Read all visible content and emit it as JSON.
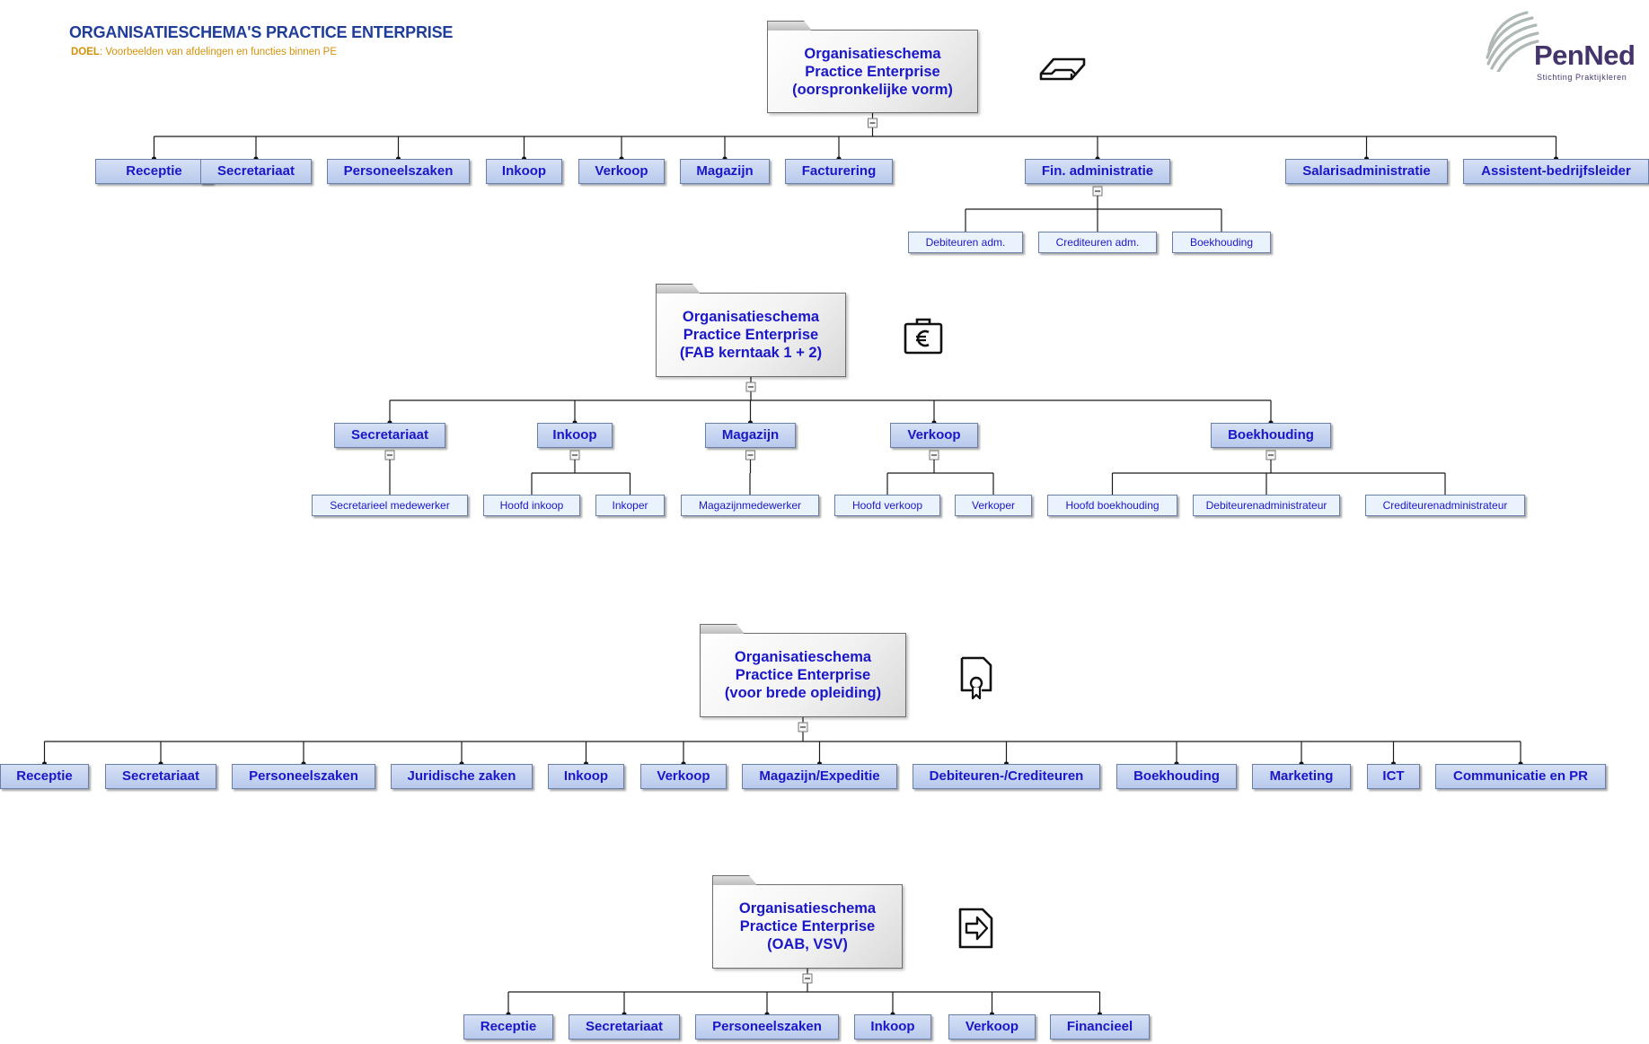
{
  "header": {
    "title": "ORGANISATIESCHEMA'S PRACTICE ENTERPRISE",
    "subtitle_label": "DOEL",
    "subtitle_text": ": Voorbeelden van afdelingen en functies binnen PE"
  },
  "logo": {
    "name": "PenNed",
    "tagline": "Stichting Praktijkleren"
  },
  "colors": {
    "title": "#1f3d99",
    "subtitle": "#d4920a",
    "node_text": "#1a17c9",
    "node_fill": "#c4d3f0",
    "leaf_fill": "#eaf3fd",
    "logo": "#45346b"
  },
  "charts": [
    {
      "icon": "inbox-tray-icon",
      "root": [
        "Organisatieschema",
        "Practice Enterprise",
        "(oorspronkelijke vorm)"
      ],
      "nodes": [
        {
          "label": "Receptie",
          "children": []
        },
        {
          "label": "Secretariaat",
          "children": []
        },
        {
          "label": "Personeelszaken",
          "children": []
        },
        {
          "label": "Inkoop",
          "children": []
        },
        {
          "label": "Verkoop",
          "children": []
        },
        {
          "label": "Magazijn",
          "children": []
        },
        {
          "label": "Facturering",
          "children": []
        },
        {
          "label": "Fin. administratie",
          "children": [
            "Debiteuren adm.",
            "Crediteuren adm.",
            "Boekhouding"
          ]
        },
        {
          "label": "Salarisadministratie",
          "children": []
        },
        {
          "label": "Assistent-bedrijfsleider",
          "children": []
        }
      ]
    },
    {
      "icon": "euro-briefcase-icon",
      "root": [
        "Organisatieschema",
        "Practice Enterprise",
        "(FAB kerntaak 1 + 2)"
      ],
      "nodes": [
        {
          "label": "Secretariaat",
          "children": [
            "Secretarieel medewerker"
          ]
        },
        {
          "label": "Inkoop",
          "children": [
            "Hoofd inkoop",
            "Inkoper"
          ]
        },
        {
          "label": "Magazijn",
          "children": [
            "Magazijnmedewerker"
          ]
        },
        {
          "label": "Verkoop",
          "children": [
            "Hoofd verkoop",
            "Verkoper"
          ]
        },
        {
          "label": "Boekhouding",
          "children": [
            "Hoofd boekhouding",
            "Debiteurenadministrateur",
            "Crediteurenadministrateur"
          ]
        }
      ]
    },
    {
      "icon": "certificate-icon",
      "root": [
        "Organisatieschema",
        "Practice Enterprise",
        "(voor brede opleiding)"
      ],
      "nodes": [
        {
          "label": "Receptie",
          "children": []
        },
        {
          "label": "Secretariaat",
          "children": []
        },
        {
          "label": "Personeelszaken",
          "children": []
        },
        {
          "label": "Juridische zaken",
          "children": []
        },
        {
          "label": "Inkoop",
          "children": []
        },
        {
          "label": "Verkoop",
          "children": []
        },
        {
          "label": "Magazijn/Expeditie",
          "children": []
        },
        {
          "label": "Debiteuren-/Crediteuren",
          "children": []
        },
        {
          "label": "Boekhouding",
          "children": []
        },
        {
          "label": "Marketing",
          "children": []
        },
        {
          "label": "ICT",
          "children": []
        },
        {
          "label": "Communicatie en PR",
          "children": []
        }
      ]
    },
    {
      "icon": "arrow-document-icon",
      "root": [
        "Organisatieschema",
        "Practice Enterprise",
        "(OAB, VSV)"
      ],
      "nodes": [
        {
          "label": "Receptie",
          "children": []
        },
        {
          "label": "Secretariaat",
          "children": []
        },
        {
          "label": "Personeelszaken",
          "children": []
        },
        {
          "label": "Inkoop",
          "children": []
        },
        {
          "label": "Verkoop",
          "children": []
        },
        {
          "label": "Financieel",
          "children": []
        }
      ]
    }
  ]
}
